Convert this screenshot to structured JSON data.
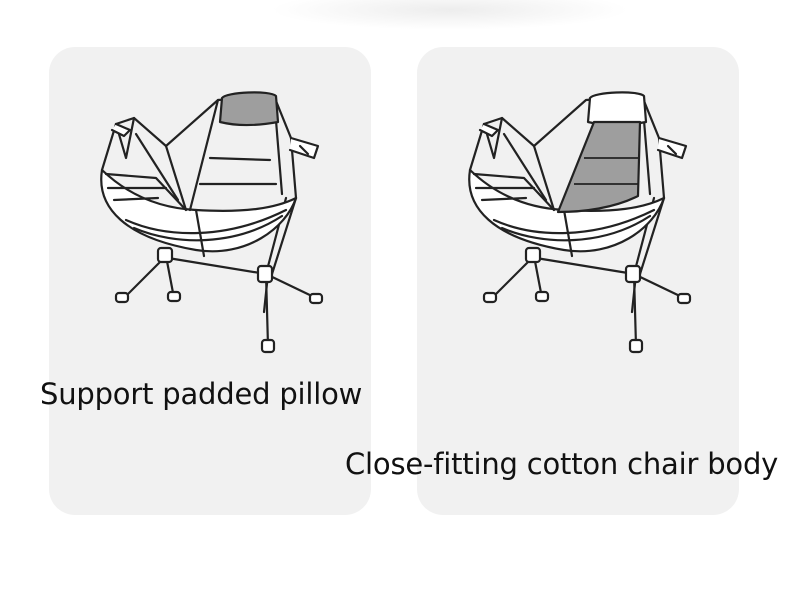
{
  "panels": [
    {
      "caption": "Support padded pillow",
      "highlight": "pillow"
    },
    {
      "caption": "Close-fitting cotton chair body",
      "highlight": "chair-body"
    }
  ],
  "colors": {
    "background": "#ffffff",
    "panel": "#f1f1f1",
    "line": "#222222",
    "highlight_fill": "#9e9e9e",
    "chair_fill": "#ffffff",
    "caption_text": "#111111"
  }
}
